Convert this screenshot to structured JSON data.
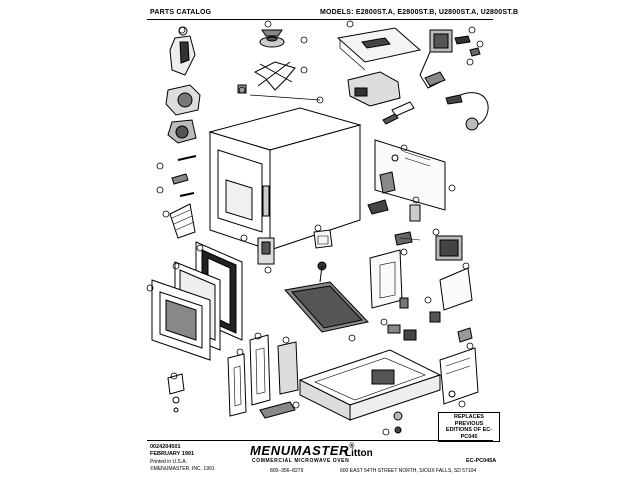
{
  "header": {
    "left": "PARTS CATALOG",
    "right": "MODELS: E2800ST.A, E2800ST.B, U2800ST.A, U2800ST.B"
  },
  "callout": {
    "line1": "REPLACES PREVIOUS",
    "line2": "EDITIONS OF EC-PC045"
  },
  "footer": {
    "code": "0024204501",
    "date": "FEBRUARY 1991",
    "printed": "Printed in U.S.A.",
    "copyright": "©MENUMASTER, INC. 1991",
    "brand": "MENUMASTER",
    "brand_mark": "®",
    "brand_sub": "COMMERCIAL MICROWAVE OVEN",
    "phone": "800–356–8279",
    "maker": "Litton",
    "address": "600 EAST 54TH STREET NORTH, SIOUX FALLS, SD  57104",
    "page_code": "EC-PC045A"
  },
  "drawing": {
    "description_icon": "exploded-parts-diagram-icon"
  }
}
